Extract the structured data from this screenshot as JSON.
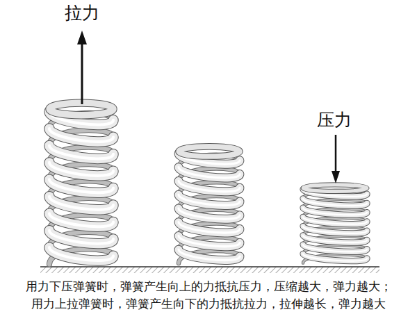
{
  "diagram": {
    "labels": [
      "拉力",
      "压力",
      "用力下压弹簧时，弹簧产生向上的力抵抗压力，压缩越大，弹力越大；",
      "用力上拉弹簧时，弹簧产生向下的力抵抗拉力，拉伸越长，弹力越大"
    ]
  }
}
